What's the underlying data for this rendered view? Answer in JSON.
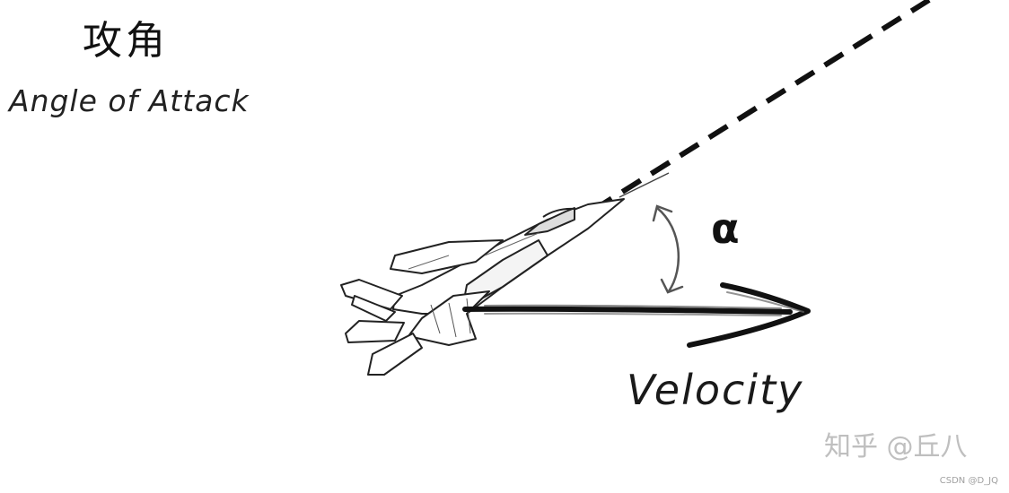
{
  "title": {
    "chinese": "攻角",
    "english": "Angle of Attack"
  },
  "labels": {
    "alpha": "α",
    "velocity": "Velocity"
  },
  "watermark": {
    "main": "知乎 @丘八",
    "small": "CSDN @D_JQ"
  },
  "colors": {
    "background": "#ffffff",
    "ink": "#111111",
    "watermark": "#aaaaaa"
  },
  "icons": {
    "aircraft": "fighter-jet-icon",
    "arrow": "velocity-arrow-icon",
    "angle_arc": "double-headed-arc-icon"
  }
}
